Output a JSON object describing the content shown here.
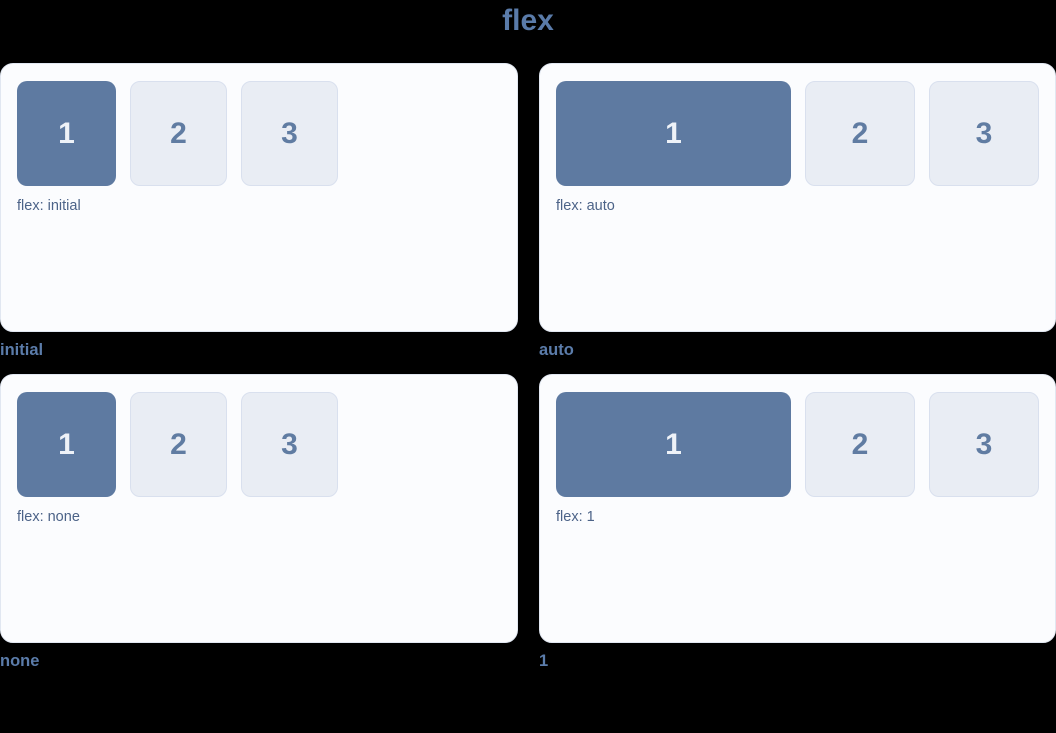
{
  "title": "flex",
  "colors": {
    "page_background": "#000000",
    "panel_background": "#fbfcfe",
    "panel_border": "#e1e7f1",
    "item_primary_background": "#5e7aa1",
    "item_primary_text": "#eef2f8",
    "item_muted_background": "#e9edf4",
    "item_muted_border": "#d9e0ee",
    "item_muted_text": "#607ca2",
    "flex_label_text": "#4c6388",
    "caption_text": "#5b7caa",
    "title_text": "#5a7ba9"
  },
  "panels": [
    {
      "caption": "initial",
      "label": "flex: initial",
      "items": [
        "1",
        "2",
        "3"
      ]
    },
    {
      "caption": "auto",
      "label": "flex: auto",
      "items": [
        "1",
        "2",
        "3"
      ]
    },
    {
      "caption": "none",
      "label": "flex: none",
      "items": [
        "1",
        "2",
        "3"
      ]
    },
    {
      "caption": "1",
      "label": "flex: 1",
      "items": [
        "1",
        "2",
        "3"
      ]
    }
  ]
}
